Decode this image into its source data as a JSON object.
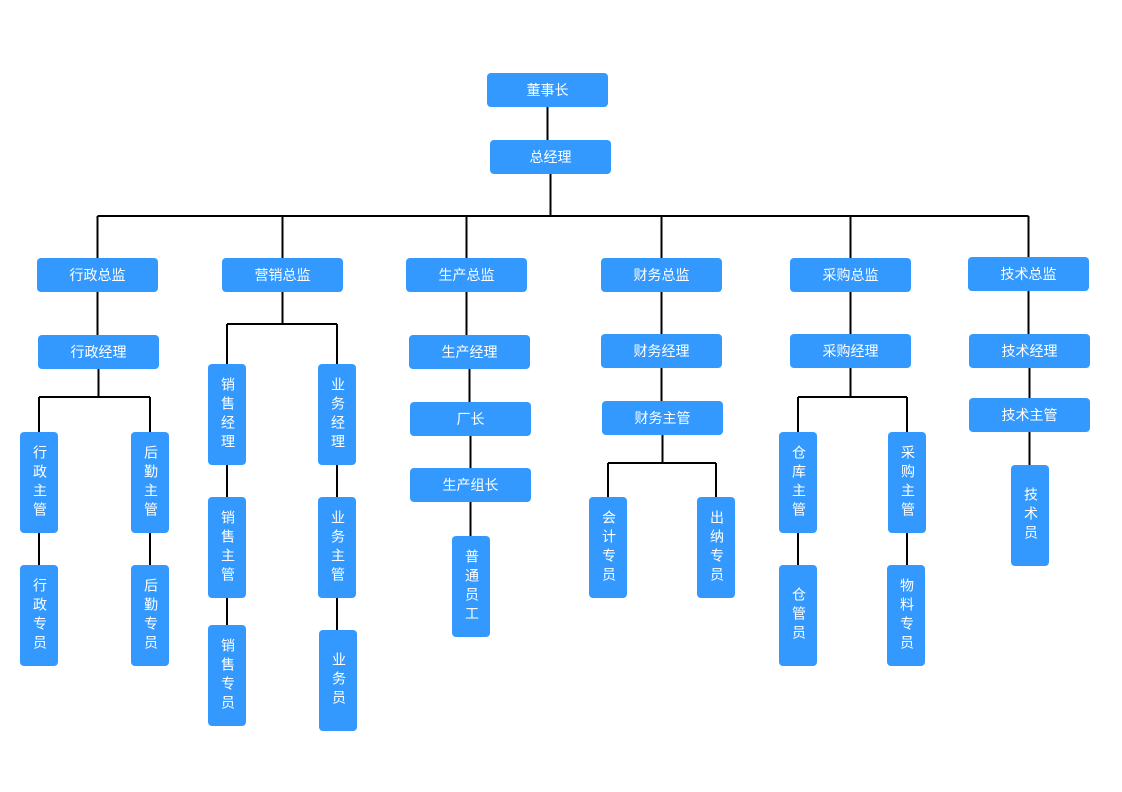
{
  "colors": {
    "node_fill": "#3399ff",
    "node_text": "#ffffff",
    "connector": "#000000"
  },
  "nodes": [
    {
      "id": "chairman",
      "label": "董事长"
    },
    {
      "id": "gm",
      "label": "总经理"
    },
    {
      "id": "admin-director",
      "label": "行政总监"
    },
    {
      "id": "admin-manager",
      "label": "行政经理"
    },
    {
      "id": "admin-supervisor",
      "label": "行政主管"
    },
    {
      "id": "logistics-supervisor",
      "label": "后勤主管"
    },
    {
      "id": "admin-specialist",
      "label": "行政专员"
    },
    {
      "id": "logistics-specialist",
      "label": "后勤专员"
    },
    {
      "id": "marketing-director",
      "label": "营销总监"
    },
    {
      "id": "sales-manager",
      "label": "销售经理"
    },
    {
      "id": "business-manager",
      "label": "业务经理"
    },
    {
      "id": "sales-supervisor",
      "label": "销售主管"
    },
    {
      "id": "business-supervisor",
      "label": "业务主管"
    },
    {
      "id": "sales-specialist",
      "label": "销售专员"
    },
    {
      "id": "salesperson",
      "label": "业务员"
    },
    {
      "id": "production-director",
      "label": "生产总监"
    },
    {
      "id": "production-manager",
      "label": "生产经理"
    },
    {
      "id": "factory-director",
      "label": "厂长"
    },
    {
      "id": "team-leader",
      "label": "生产组长"
    },
    {
      "id": "worker",
      "label": "普通员工"
    },
    {
      "id": "finance-director",
      "label": "财务总监"
    },
    {
      "id": "finance-manager",
      "label": "财务经理"
    },
    {
      "id": "finance-supervisor",
      "label": "财务主管"
    },
    {
      "id": "accountant",
      "label": "会计专员"
    },
    {
      "id": "cashier",
      "label": "出纳专员"
    },
    {
      "id": "purchasing-director",
      "label": "采购总监"
    },
    {
      "id": "purchasing-manager",
      "label": "采购经理"
    },
    {
      "id": "warehouse-supervisor",
      "label": "仓库主管"
    },
    {
      "id": "purchasing-supervisor",
      "label": "采购主管"
    },
    {
      "id": "warehouse-keeper",
      "label": "仓管员"
    },
    {
      "id": "materials-specialist",
      "label": "物料专员"
    },
    {
      "id": "tech-director",
      "label": "技术总监"
    },
    {
      "id": "tech-manager",
      "label": "技术经理"
    },
    {
      "id": "tech-supervisor",
      "label": "技术主管"
    },
    {
      "id": "technician",
      "label": "技术员"
    }
  ],
  "edges": [
    [
      "chairman",
      "gm"
    ],
    [
      "gm",
      "admin-director"
    ],
    [
      "gm",
      "marketing-director"
    ],
    [
      "gm",
      "production-director"
    ],
    [
      "gm",
      "finance-director"
    ],
    [
      "gm",
      "purchasing-director"
    ],
    [
      "gm",
      "tech-director"
    ],
    [
      "admin-director",
      "admin-manager"
    ],
    [
      "admin-manager",
      "admin-supervisor"
    ],
    [
      "admin-manager",
      "logistics-supervisor"
    ],
    [
      "admin-supervisor",
      "admin-specialist"
    ],
    [
      "logistics-supervisor",
      "logistics-specialist"
    ],
    [
      "marketing-director",
      "sales-manager"
    ],
    [
      "marketing-director",
      "business-manager"
    ],
    [
      "sales-manager",
      "sales-supervisor"
    ],
    [
      "sales-supervisor",
      "sales-specialist"
    ],
    [
      "business-manager",
      "business-supervisor"
    ],
    [
      "business-supervisor",
      "salesperson"
    ],
    [
      "production-director",
      "production-manager"
    ],
    [
      "production-manager",
      "factory-director"
    ],
    [
      "factory-director",
      "team-leader"
    ],
    [
      "team-leader",
      "worker"
    ],
    [
      "finance-director",
      "finance-manager"
    ],
    [
      "finance-manager",
      "finance-supervisor"
    ],
    [
      "finance-supervisor",
      "accountant"
    ],
    [
      "finance-supervisor",
      "cashier"
    ],
    [
      "purchasing-director",
      "purchasing-manager"
    ],
    [
      "purchasing-manager",
      "warehouse-supervisor"
    ],
    [
      "purchasing-manager",
      "purchasing-supervisor"
    ],
    [
      "warehouse-supervisor",
      "warehouse-keeper"
    ],
    [
      "purchasing-supervisor",
      "materials-specialist"
    ],
    [
      "tech-director",
      "tech-manager"
    ],
    [
      "tech-manager",
      "tech-supervisor"
    ],
    [
      "tech-supervisor",
      "technician"
    ]
  ]
}
